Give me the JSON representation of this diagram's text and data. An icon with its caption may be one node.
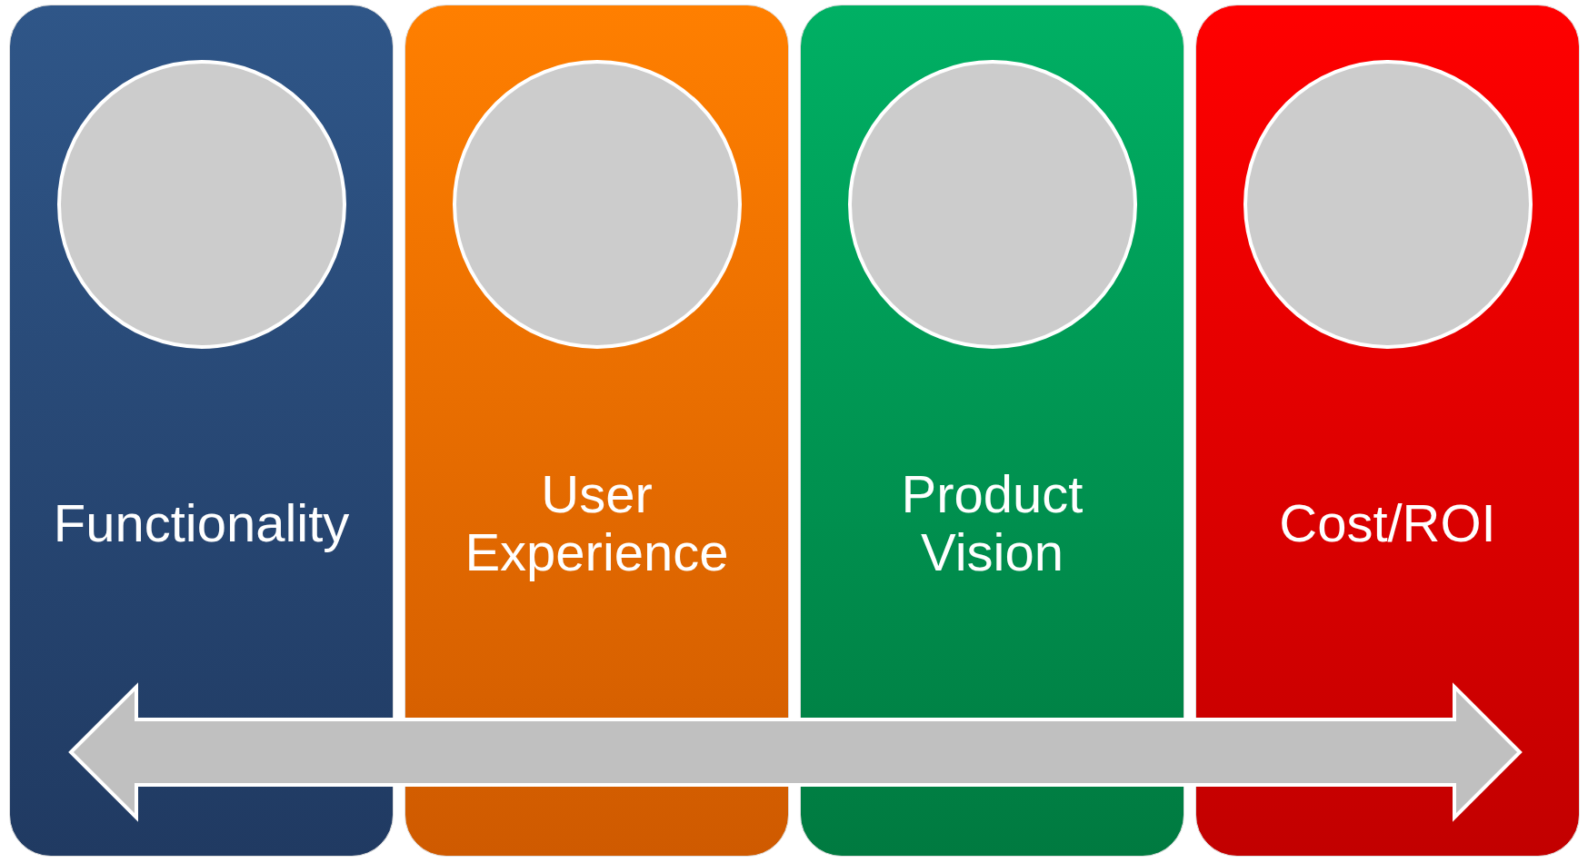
{
  "diagram": {
    "nodes": [
      {
        "text": [
          "Functionality"
        ]
      },
      {
        "text": [],
        "shape": "circle",
        "in": 0
      },
      {
        "text": [
          "User Experience"
        ]
      },
      {
        "text": [],
        "shape": "circle",
        "in": 2
      },
      {
        "text": [
          "Product Vision"
        ]
      },
      {
        "text": [],
        "shape": "circle",
        "in": 4
      },
      {
        "text": [
          "Cost/ROI"
        ]
      },
      {
        "text": [],
        "shape": "circle",
        "in": 6
      }
    ]
  }
}
